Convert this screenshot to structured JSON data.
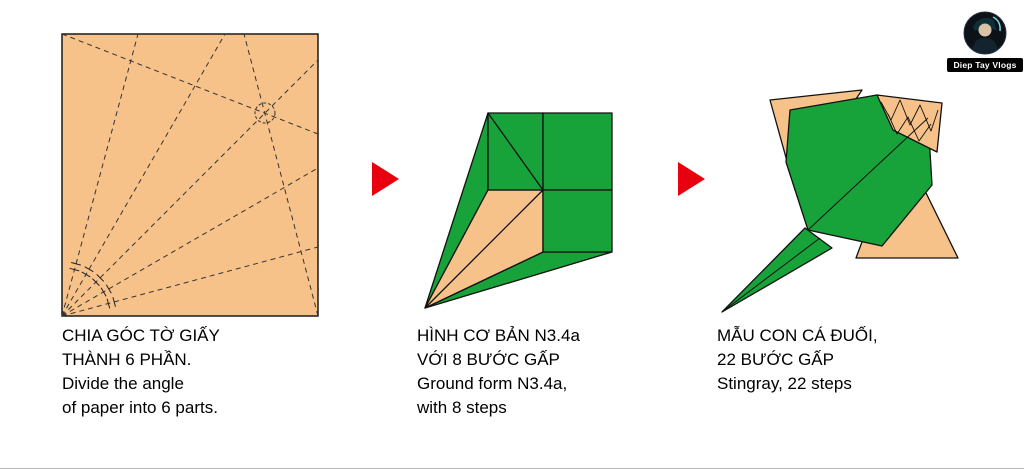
{
  "logo": {
    "label": "Diep Tay Vlogs"
  },
  "colors": {
    "paper_orange": "#F7C289",
    "origami_green": "#17A23A",
    "arrow_red": "#E8000F"
  },
  "steps": [
    {
      "lines": [
        "CHIA GÓC TỜ GIẤY",
        "THÀNH 6 PHẦN.",
        "Divide the angle",
        "of paper into 6 parts."
      ]
    },
    {
      "lines": [
        "HÌNH CƠ BẢN N3.4a",
        "VỚI 8 BƯỚC GẤP",
        "Ground form N3.4a,",
        "with 8 steps"
      ]
    },
    {
      "lines": [
        "MẪU CON CÁ ĐUỐI,",
        "22 BƯỚC GẤP",
        "Stingray, 22 steps"
      ]
    }
  ]
}
